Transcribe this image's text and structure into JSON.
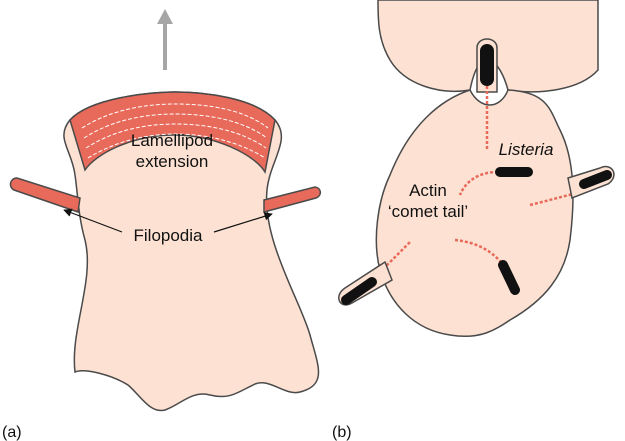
{
  "panel_a": {
    "label": "(a)",
    "lamellipod_line1": "Lamellipod",
    "lamellipod_line2": "extension",
    "filopodia": "Filopodia"
  },
  "panel_b": {
    "label": "(b)",
    "listeria": "Listeria",
    "actin_line1": "Actin",
    "actin_line2": "‘comet tail’"
  },
  "colors": {
    "cell_fill": "#fde2d3",
    "actin": "#e86a5a",
    "outline": "#4a4a4a",
    "bacteria": "#111111",
    "arrow_gray": "#9a9a9a"
  }
}
